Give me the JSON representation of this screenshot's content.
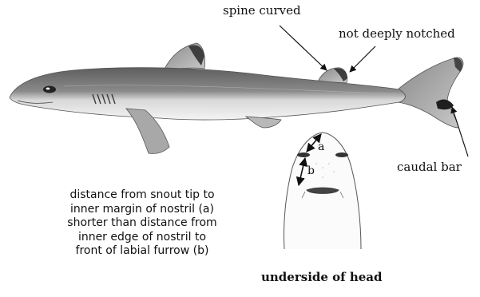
{
  "labels": {
    "spine": "spine curved",
    "notch": "not deeply notched",
    "caudal": "caudal bar",
    "a": "a",
    "b": "b",
    "underside": "underside of head"
  },
  "description": [
    "distance from snout tip to",
    "inner margin of nostril (a)",
    "shorter than distance from",
    "inner edge of nostril to",
    "front of labial furrow (b)"
  ],
  "colors": {
    "shark_dorsal": "#6b6b6b",
    "shark_belly": "#f2f2f2",
    "fin_tip": "#2a2a2a",
    "outline": "#444444"
  }
}
